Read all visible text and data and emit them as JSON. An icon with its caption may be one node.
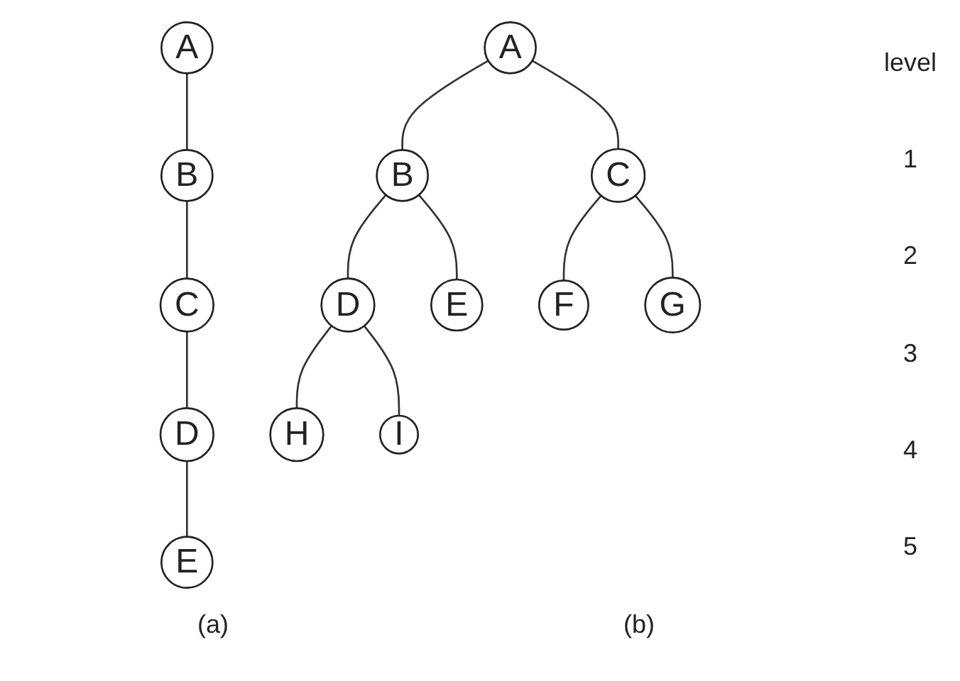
{
  "diagram": {
    "nodes": [
      {
        "text": [
          "A"
        ]
      },
      {
        "text": [
          "B"
        ]
      },
      {
        "text": [
          "C"
        ]
      },
      {
        "text": [
          "D"
        ]
      },
      {
        "text": [
          "E"
        ]
      },
      {
        "text": [
          "A"
        ]
      },
      {
        "text": [
          "B"
        ]
      },
      {
        "text": [
          "C"
        ]
      },
      {
        "text": [
          "D"
        ]
      },
      {
        "text": [
          "E"
        ]
      },
      {
        "text": [
          "F"
        ]
      },
      {
        "text": [
          "G"
        ]
      },
      {
        "text": [
          "H"
        ]
      },
      {
        "text": [
          "I"
        ]
      }
    ],
    "edges": [
      {
        "from": 0,
        "to": 1,
        "arrow": "none"
      },
      {
        "from": 1,
        "to": 2,
        "arrow": "none"
      },
      {
        "from": 2,
        "to": 3,
        "arrow": "none"
      },
      {
        "from": 3,
        "to": 4,
        "arrow": "none"
      },
      {
        "from": 5,
        "to": 6,
        "arrow": "none"
      },
      {
        "from": 5,
        "to": 7,
        "arrow": "none"
      },
      {
        "from": 6,
        "to": 8,
        "arrow": "none"
      },
      {
        "from": 6,
        "to": 9,
        "arrow": "none"
      },
      {
        "from": 7,
        "to": 10,
        "arrow": "none"
      },
      {
        "from": 7,
        "to": 11,
        "arrow": "none"
      },
      {
        "from": 8,
        "to": 12,
        "arrow": "none"
      },
      {
        "from": 8,
        "to": 13,
        "arrow": "none"
      }
    ],
    "labels": [
      "level",
      "1",
      "2",
      "3",
      "4",
      "5",
      "(a)",
      "(b)"
    ]
  }
}
